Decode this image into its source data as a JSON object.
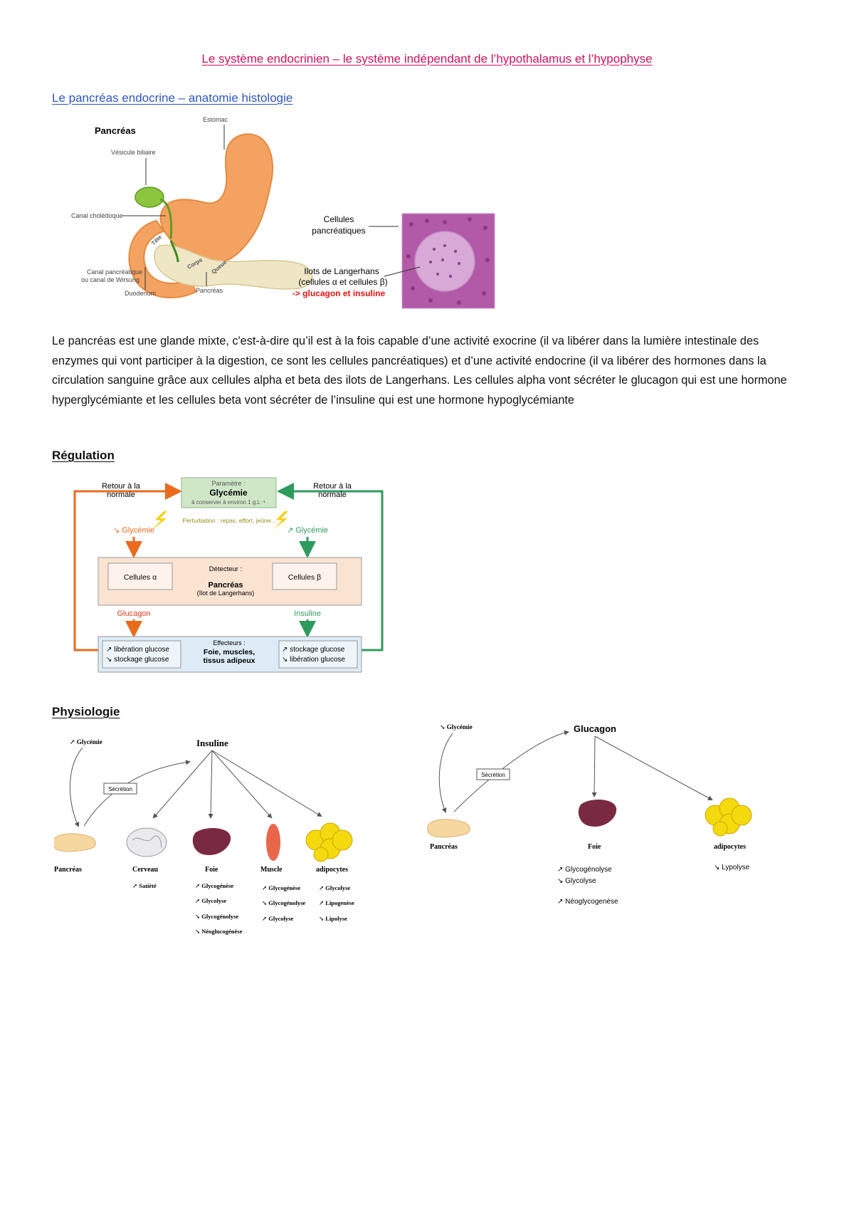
{
  "title": "Le système endocrinien – le système indépendant de l’hypothalamus et l’hypophyse",
  "sections": {
    "anatomy": "Le pancréas endocrine – anatomie histologie",
    "regulation": "Régulation",
    "physiology": "Physiologie"
  },
  "anatomy_figure": {
    "heading": "Pancréas",
    "estomac": "Estomac",
    "vesicule": "Vésicule biliaire",
    "canal_choledoque": "Canal cholédoque",
    "tete": "Tête",
    "corps": "Corps",
    "queue": "Queue",
    "canal_pancreatique_1": "Canal pancréatique",
    "canal_pancreatique_2": "ou canal de Wirsung",
    "duodenum": "Duodenum",
    "pancreas": "Pancréas"
  },
  "histology_figure": {
    "cellules_1": "Cellules",
    "cellules_2": "pancréatiques",
    "ilots_1": "Ilots de Langerhans",
    "ilots_2": "(cellules α et cellules β)",
    "ilots_3": "-> glucagon et insuline"
  },
  "paragraph": "Le pancréas est une glande mixte, c'est-à-dire qu’il est à la fois capable d’une activité exocrine (il va libérer dans la lumière intestinale des enzymes qui vont participer à la digestion, ce sont les cellules pancréatiques) et d’une activité endocrine (il va libérer des hormones dans la circulation sanguine grâce aux cellules alpha et beta des ilots de Langerhans. Les cellules alpha vont sécréter le glucagon qui est une hormone hyperglycémiante et les cellules beta vont sécréter de l’insuline qui est une hormone hypoglycémiante",
  "regulation_diagram": {
    "retour_left_1": "Retour à la",
    "retour_left_2": "normale",
    "retour_right_1": "Retour à la",
    "retour_right_2": "normale",
    "param_label": "Paramètre :",
    "param_name": "Glycémie",
    "param_sub": "à conserver à environ 1 g.L⁻¹",
    "perturbation": "Perturbation : repas, effort, jeûne...",
    "glyc_down": "↘ Glycémie",
    "glyc_up": "↗ Glycémie",
    "detecteur": "Détecteur :",
    "cell_alpha": "Cellules α",
    "cell_beta": "Cellules β",
    "pancreas": "Pancréas",
    "ilot": "(îlot de Langerhans)",
    "glucagon": "Glucagon",
    "insuline": "Insuline",
    "effecteurs": "Effecteurs :",
    "eff_1": "Foie, muscles,",
    "eff_2": "tissus adipeux",
    "left_1": "↗ libération glucose",
    "left_2": "↘ stockage glucose",
    "right_1": "↗ stockage glucose",
    "right_2": "↘ libération glucose",
    "colors": {
      "orange": "#ea6b1e",
      "green": "#2f9a5e",
      "yellow": "#f3d21b"
    }
  },
  "insulin_diagram": {
    "glycemie": "↗ Glycémie",
    "secretion": "Sécrétion",
    "hormone": "Insuline",
    "pancreas": "Pancréas",
    "cerveau": "Cerveau",
    "foie": "Foie",
    "muscle": "Muscle",
    "adipocytes": "adipocytes",
    "cerveau_effects": [
      "↗ Satiété"
    ],
    "foie_effects": [
      "↗ Glycogénèse",
      "↗ Glycolyse",
      "↘ Glycogénolyse",
      "↘ Néoglucogénèse"
    ],
    "muscle_effects": [
      "↗ Glycogénèse",
      "↘ Glycogénolyse",
      "↗ Glycolyse"
    ],
    "adipo_effects": [
      "↗ Glycolyse",
      "↗ Lipogenèse",
      "↘ Lipolyse"
    ]
  },
  "glucagon_diagram": {
    "glycemie": "↘ Glycémie",
    "secretion": "Sécrétion",
    "hormone": "Glucagon",
    "pancreas": "Pancréas",
    "foie": "Foie",
    "adipocytes": "adipocytes",
    "foie_effects": [
      "↗ Glycogénolyse",
      "↘ Glycolyse"
    ],
    "foie_extra": "↗ Néoglycogenèse",
    "adipo_effects": [
      "↘ Lypolyse"
    ]
  }
}
